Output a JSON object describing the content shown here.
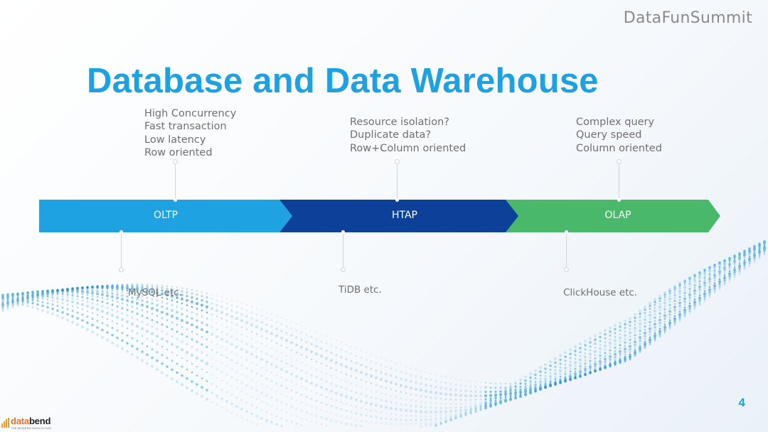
{
  "brand": "DataFunSummit",
  "title": "Database and Data Warehouse",
  "stages": [
    {
      "label": "OLTP",
      "color": "#1fa2e2",
      "features": [
        "High Concurrency",
        "Fast transaction",
        "Low latency",
        "Row oriented"
      ],
      "example": "MySQL etc."
    },
    {
      "label": "HTAP",
      "color": "#0d4199",
      "features": [
        "Resource isolation?",
        "Duplicate data?",
        "Row+Column oriented"
      ],
      "example": "TiDB etc."
    },
    {
      "label": "OLAP",
      "color": "#4ab86b",
      "features": [
        "Complex query",
        "Query speed",
        "Column oriented"
      ],
      "example": "ClickHouse etc."
    }
  ],
  "page_number": "4",
  "logo": {
    "name_accent": "data",
    "name_rest": "bend",
    "tagline": "THE MODERN DATA CLOUD"
  },
  "accent_color": "#1ea1e1"
}
